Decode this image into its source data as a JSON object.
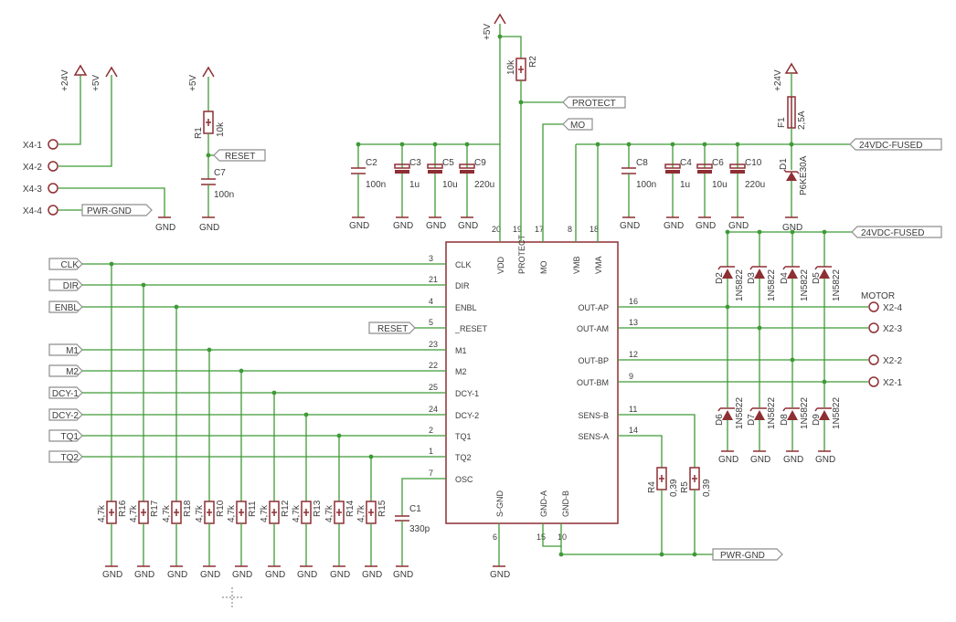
{
  "supplies": {
    "v24": "+24V",
    "v5": "+5V",
    "gnd": "GND"
  },
  "connector_x4": [
    "X4-1",
    "X4-2",
    "X4-3",
    "X4-4"
  ],
  "pwr_gnd": "PWR-GND",
  "reset_net": "RESET",
  "r1": {
    "name": "R1",
    "value": "10k"
  },
  "c7": {
    "name": "C7",
    "value": "100n"
  },
  "r2": {
    "name": "R2",
    "value": "10k"
  },
  "nets": {
    "protect": "PROTECT",
    "mo": "MO",
    "fused": "24VDC-FUSED",
    "motor": "MOTOR"
  },
  "caps_left": [
    {
      "name": "C2",
      "value": "100n"
    },
    {
      "name": "C3",
      "value": "1u"
    },
    {
      "name": "C5",
      "value": "10u"
    },
    {
      "name": "C9",
      "value": "220u"
    }
  ],
  "caps_right": [
    {
      "name": "C8",
      "value": "100n"
    },
    {
      "name": "C4",
      "value": "1u"
    },
    {
      "name": "C6",
      "value": "10u"
    },
    {
      "name": "C10",
      "value": "220u"
    }
  ],
  "fuse": {
    "name": "F1",
    "value": "2,5A"
  },
  "tvs": {
    "name": "D1",
    "value": "P6KE30A"
  },
  "inputs": [
    "CLK",
    "DIR",
    "ENBL",
    "RESET",
    "M1",
    "M2",
    "DCY-1",
    "DCY-2",
    "TQ1",
    "TQ2"
  ],
  "ic_left_pins": [
    {
      "num": "3",
      "name": "CLK"
    },
    {
      "num": "21",
      "name": "DIR"
    },
    {
      "num": "4",
      "name": "ENBL"
    },
    {
      "num": "5",
      "name": "_RESET"
    },
    {
      "num": "23",
      "name": "M1"
    },
    {
      "num": "22",
      "name": "M2"
    },
    {
      "num": "25",
      "name": "DCY-1"
    },
    {
      "num": "24",
      "name": "DCY-2"
    },
    {
      "num": "2",
      "name": "TQ1"
    },
    {
      "num": "1",
      "name": "TQ2"
    },
    {
      "num": "7",
      "name": "OSC"
    }
  ],
  "ic_top_pins": [
    {
      "num": "20",
      "name": "VDD"
    },
    {
      "num": "19",
      "name": "PROTECT"
    },
    {
      "num": "17",
      "name": "MO"
    },
    {
      "num": "8",
      "name": "VMB"
    },
    {
      "num": "18",
      "name": "VMA"
    }
  ],
  "ic_right_pins": [
    {
      "num": "16",
      "name": "OUT-AP"
    },
    {
      "num": "13",
      "name": "OUT-AM"
    },
    {
      "num": "12",
      "name": "OUT-BP"
    },
    {
      "num": "9",
      "name": "OUT-BM"
    },
    {
      "num": "11",
      "name": "SENS-B"
    },
    {
      "num": "14",
      "name": "SENS-A"
    }
  ],
  "ic_bottom_labels": [
    "S-GND",
    "GND-A",
    "GND-B"
  ],
  "ic_bottom_pins": [
    "6",
    "15",
    "10"
  ],
  "pulldowns": [
    {
      "name": "R16",
      "value": "4,7k"
    },
    {
      "name": "R17",
      "value": "4,7k"
    },
    {
      "name": "R18",
      "value": "4,7k"
    },
    {
      "name": "R10",
      "value": "4,7k"
    },
    {
      "name": "R11",
      "value": "4,7k"
    },
    {
      "name": "R12",
      "value": "4,7k"
    },
    {
      "name": "R13",
      "value": "4,7k"
    },
    {
      "name": "R14",
      "value": "4,7k"
    },
    {
      "name": "R15",
      "value": "4,7k"
    }
  ],
  "c1": {
    "name": "C1",
    "value": "330p"
  },
  "sense": [
    {
      "name": "R4",
      "value": "0,39"
    },
    {
      "name": "R5",
      "value": "0,39"
    }
  ],
  "diodes_top": [
    "D2",
    "D3",
    "D4",
    "D5"
  ],
  "diodes_bottom": [
    "D6",
    "D7",
    "D8",
    "D9"
  ],
  "diode_value": "1N5822",
  "outputs": [
    "X2-4",
    "X2-3",
    "X2-2",
    "X2-1"
  ]
}
